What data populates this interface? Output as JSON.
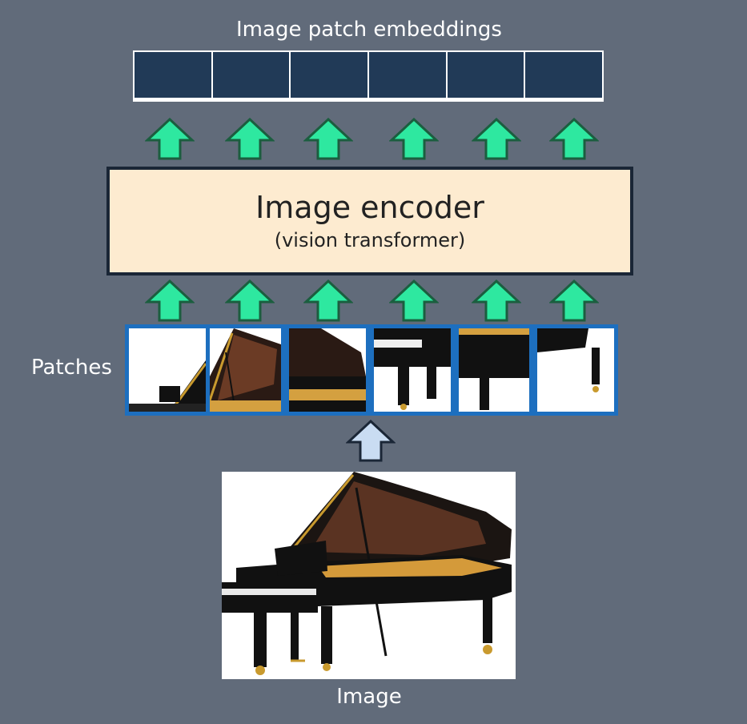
{
  "labels": {
    "embeddings_title": "Image patch embeddings",
    "encoder_title": "Image encoder",
    "encoder_subtitle": "(vision transformer)",
    "patches": "Patches",
    "image": "Image"
  },
  "colors": {
    "background": "#616b7a",
    "embedding_cell": "#213a57",
    "encoder_fill": "#fdebd0",
    "encoder_border": "#1a2636",
    "arrow_green": "#2ee8a0",
    "arrow_green_border": "#1b5e3f",
    "arrow_blue": "#c9dcf2",
    "arrow_blue_border": "#1a2636",
    "patch_border": "#1d6fbf"
  },
  "embeddings": {
    "count": 6
  },
  "patches": {
    "count": 6
  },
  "image_content": "grand-piano"
}
